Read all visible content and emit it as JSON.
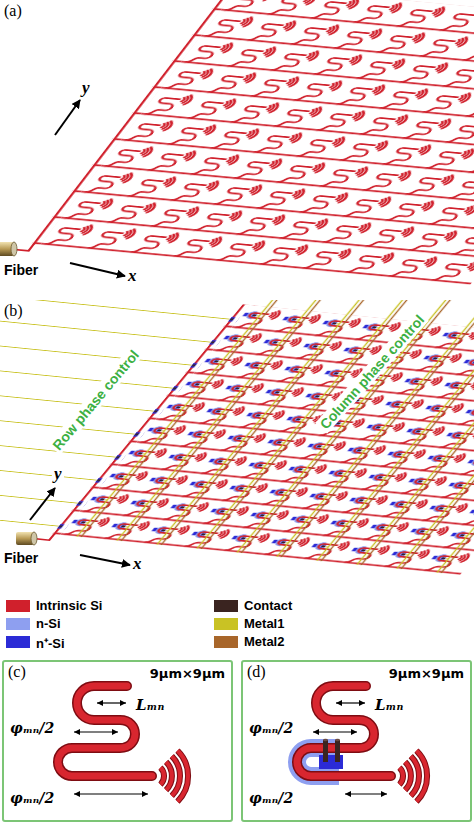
{
  "diagram": {
    "nodes": [
      {
        "text": [
          "9μm×9μm",
          "Lₘₙ",
          "φₘₙ/2",
          "φₘₙ/2"
        ]
      },
      {
        "text": [
          "9μm×9μm",
          "Lₘₙ",
          "φₘₙ/2",
          "φₘₙ/2"
        ]
      }
    ],
    "labels": [
      "(a)",
      "y",
      "x",
      "Fiber",
      "(b)",
      "Row phase control",
      "Column phase control",
      "y",
      "x",
      "Fiber",
      "(c)",
      "(d)"
    ],
    "legend": [
      {
        "text": "Intrinsic Si",
        "color": "#d0202c"
      },
      {
        "text": "n-Si",
        "color": "#8e9ff0"
      },
      {
        "text": "n⁺-Si",
        "color": "#2b2bd6"
      },
      {
        "text": "Contact",
        "color": "#3a2420"
      },
      {
        "text": "Metal1",
        "color": "#c9c224"
      },
      {
        "text": "Metal2",
        "color": "#a8662a"
      }
    ]
  }
}
